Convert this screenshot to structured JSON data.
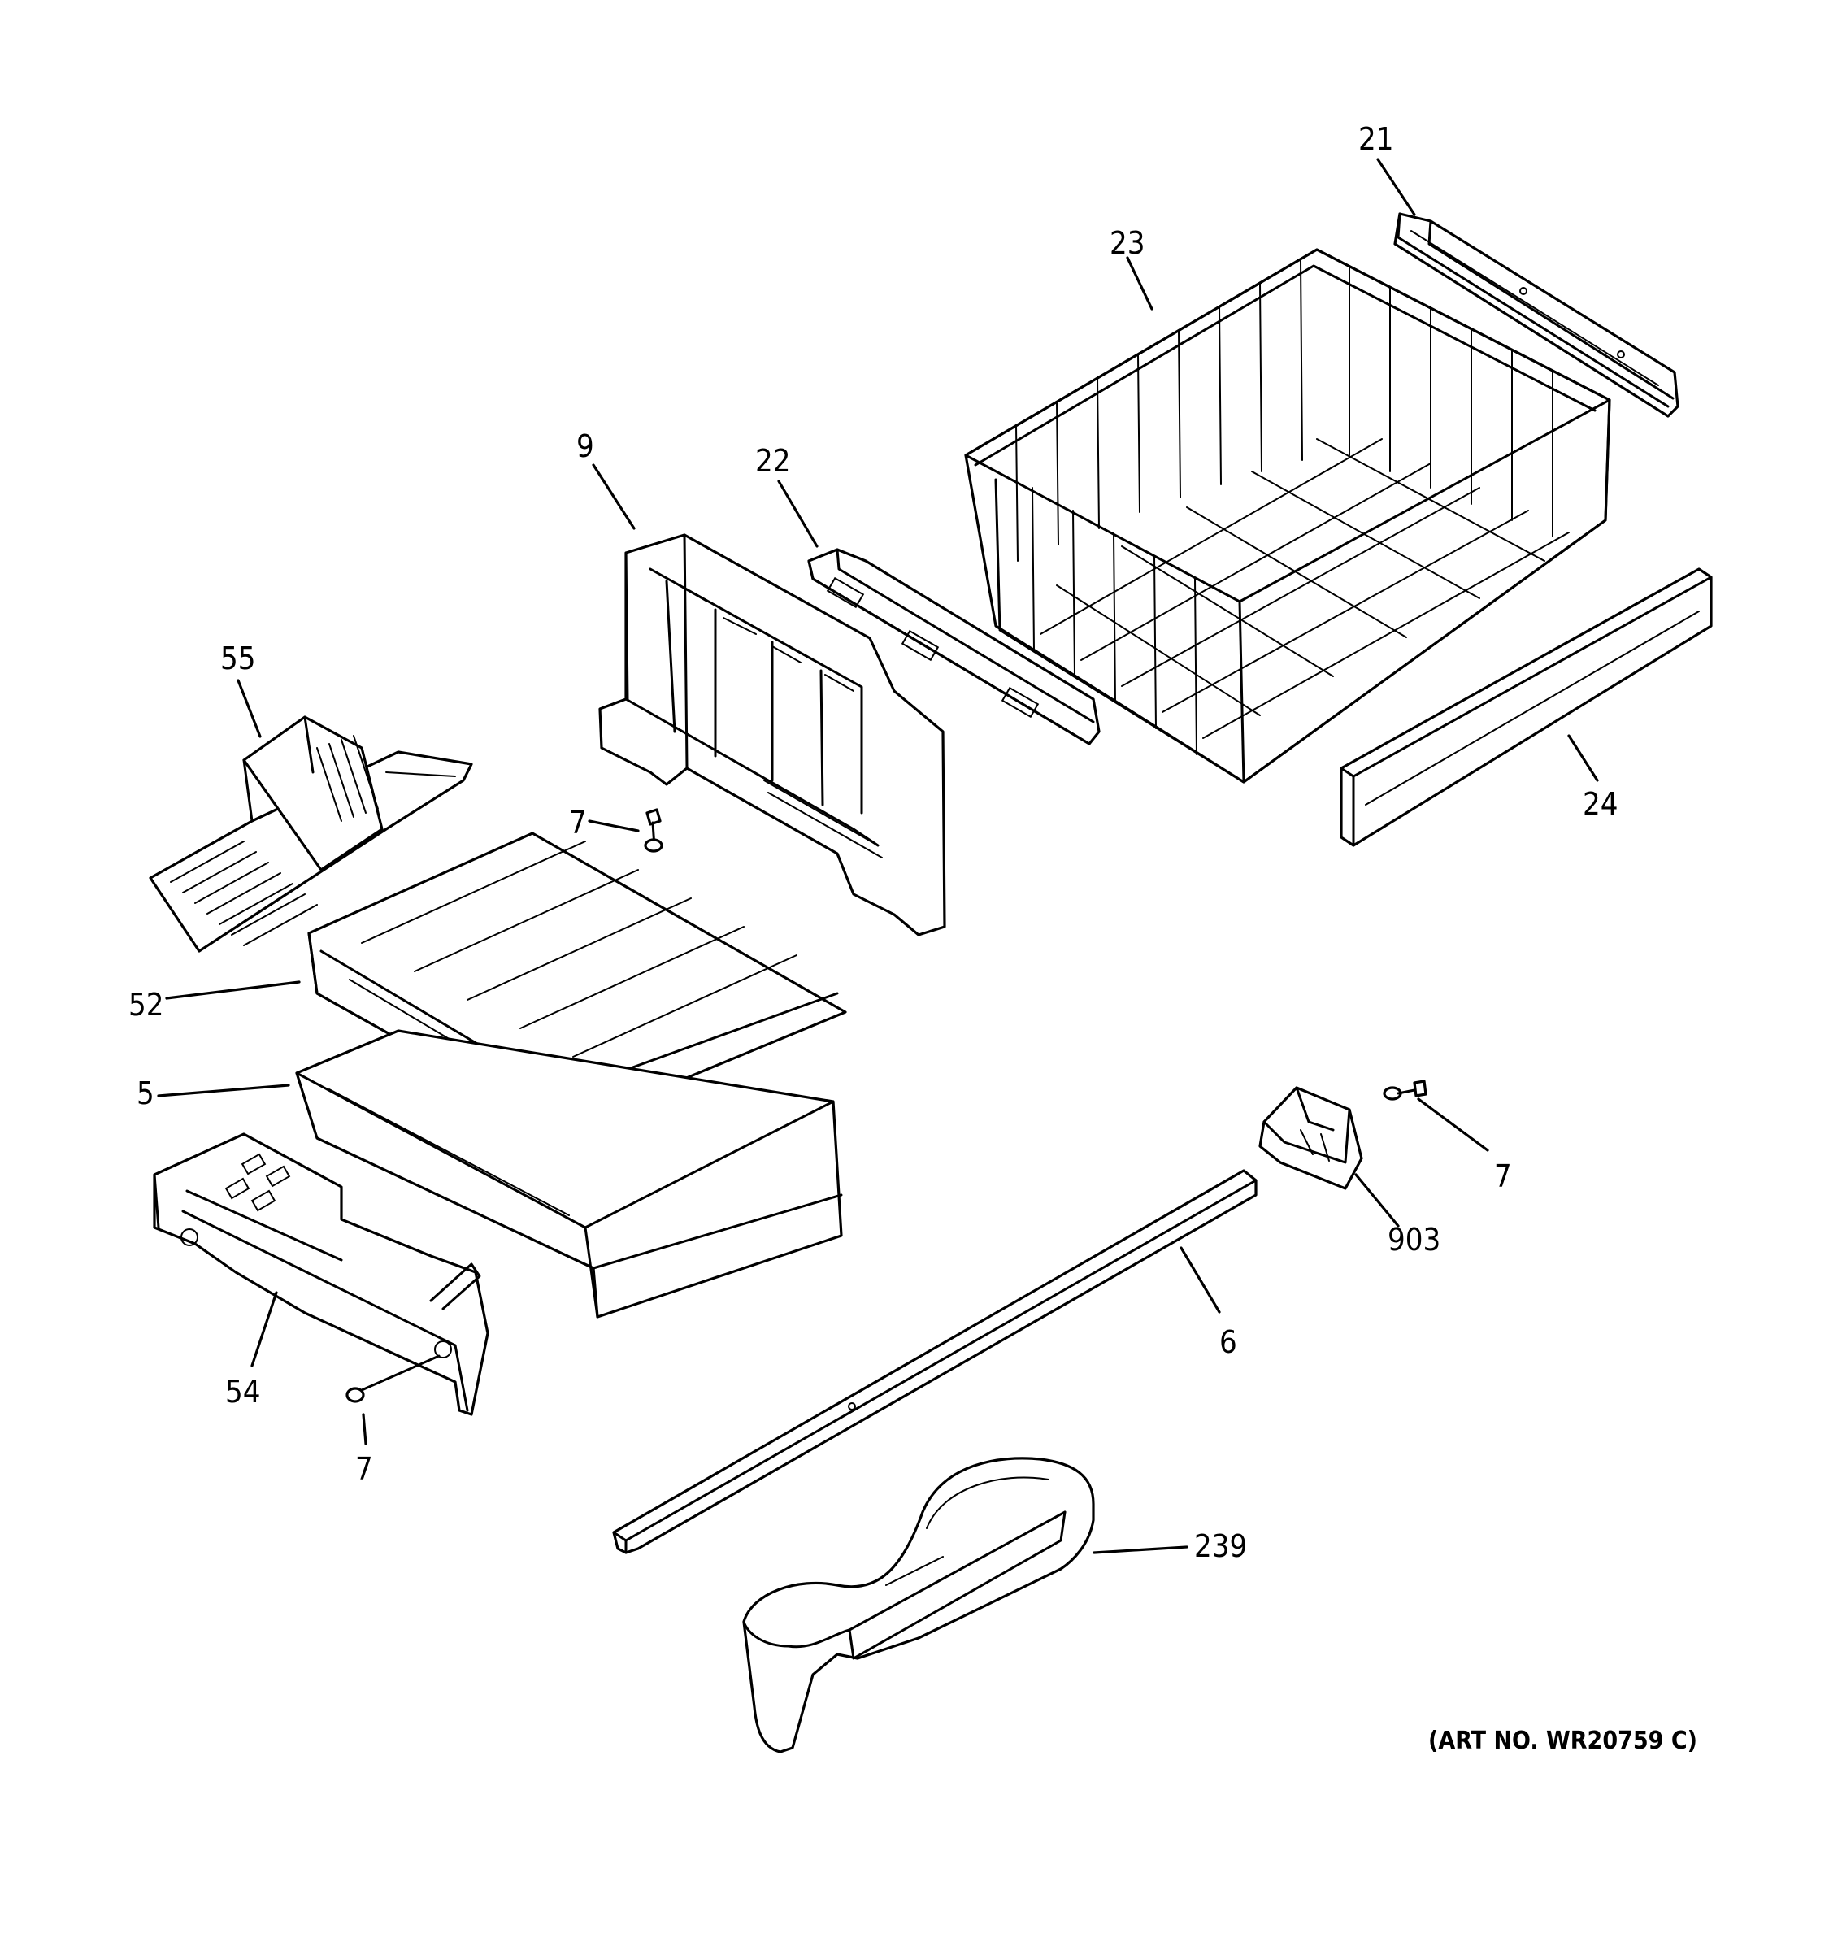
{
  "art_number": "(ART NO. WR20759 C)",
  "callouts": [
    {
      "id": "c21",
      "text": "21"
    },
    {
      "id": "c23",
      "text": "23"
    },
    {
      "id": "c22",
      "text": "22"
    },
    {
      "id": "c9",
      "text": "9"
    },
    {
      "id": "c55",
      "text": "55"
    },
    {
      "id": "c7a",
      "text": "7"
    },
    {
      "id": "c24",
      "text": "24"
    },
    {
      "id": "c52",
      "text": "52"
    },
    {
      "id": "c5",
      "text": "5"
    },
    {
      "id": "c7b",
      "text": "7"
    },
    {
      "id": "c903",
      "text": "903"
    },
    {
      "id": "c6",
      "text": "6"
    },
    {
      "id": "c54",
      "text": "54"
    },
    {
      "id": "c7c",
      "text": "7"
    },
    {
      "id": "c239",
      "text": "239"
    }
  ]
}
